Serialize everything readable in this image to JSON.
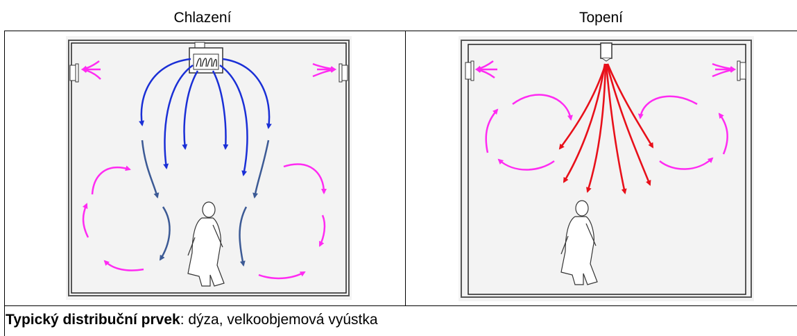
{
  "headers": {
    "cooling": "Chlazení",
    "heating": "Topení"
  },
  "caption": {
    "bold": "Typický distribuční prvek",
    "rest": ": dýza, velkoobjemová vyústka"
  },
  "colors": {
    "cooling_top": "#1a2fd6",
    "cooling_bottom": "#3c5a95",
    "heat": "#e8101a",
    "room_air": "#ff2bf2",
    "room_bg": "#f3f3f3"
  }
}
